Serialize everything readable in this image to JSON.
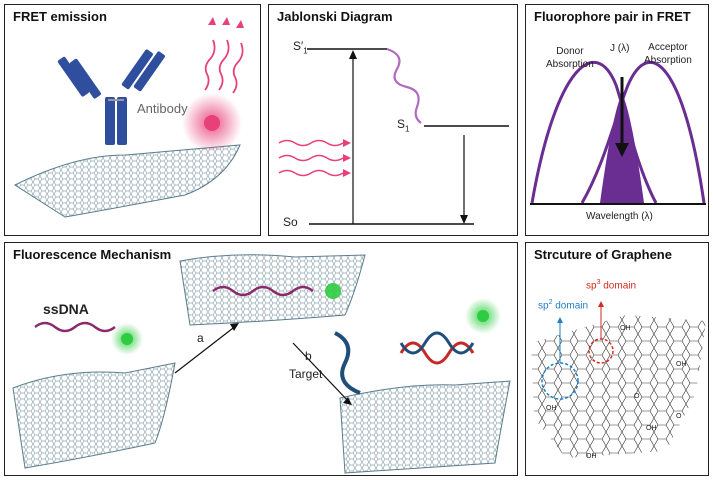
{
  "panels": {
    "fret_emission": {
      "title": "FRET emission",
      "antibody_label": "Antibody"
    },
    "jablonski": {
      "title": "Jablonski Diagram",
      "s1_prime": "S′",
      "s1_prime_sub": "1",
      "s1": "S",
      "s1_sub": "1",
      "s0": "So"
    },
    "fluorophore_pair": {
      "title": "Fluorophore pair in FRET",
      "donor": "Donor",
      "donor2": "Absorption",
      "acceptor": "Acceptor",
      "acceptor2": "Absorption",
      "j_label": "J (λ)",
      "xaxis": "Wavelength (λ)"
    },
    "mechanism": {
      "title": "Fluorescence Mechanism",
      "ssdna": "ssDNA",
      "step_a": "a",
      "step_b": "b",
      "target": "Target"
    },
    "graphene": {
      "title": "Strcuture of Graphene",
      "sp3": "sp",
      "sp3_sup": "3",
      "sp3_tail": " domain",
      "sp2": "sp",
      "sp2_sup": "2",
      "sp2_tail": " domain",
      "oh": "OH",
      "o": "O"
    }
  },
  "colors": {
    "antibody": "#2f4e9e",
    "emission": "#e8417a",
    "jablonski_wave": "#b06ac0",
    "spectrum": "#6a2d91",
    "graphene": "#5b7d8c",
    "ssdna": "#8a2a6a",
    "green": "#2ecc40",
    "sp3": "#d42a1e",
    "sp2": "#1e7fc4",
    "helix_red": "#c62828",
    "helix_blue": "#1f4e79"
  }
}
